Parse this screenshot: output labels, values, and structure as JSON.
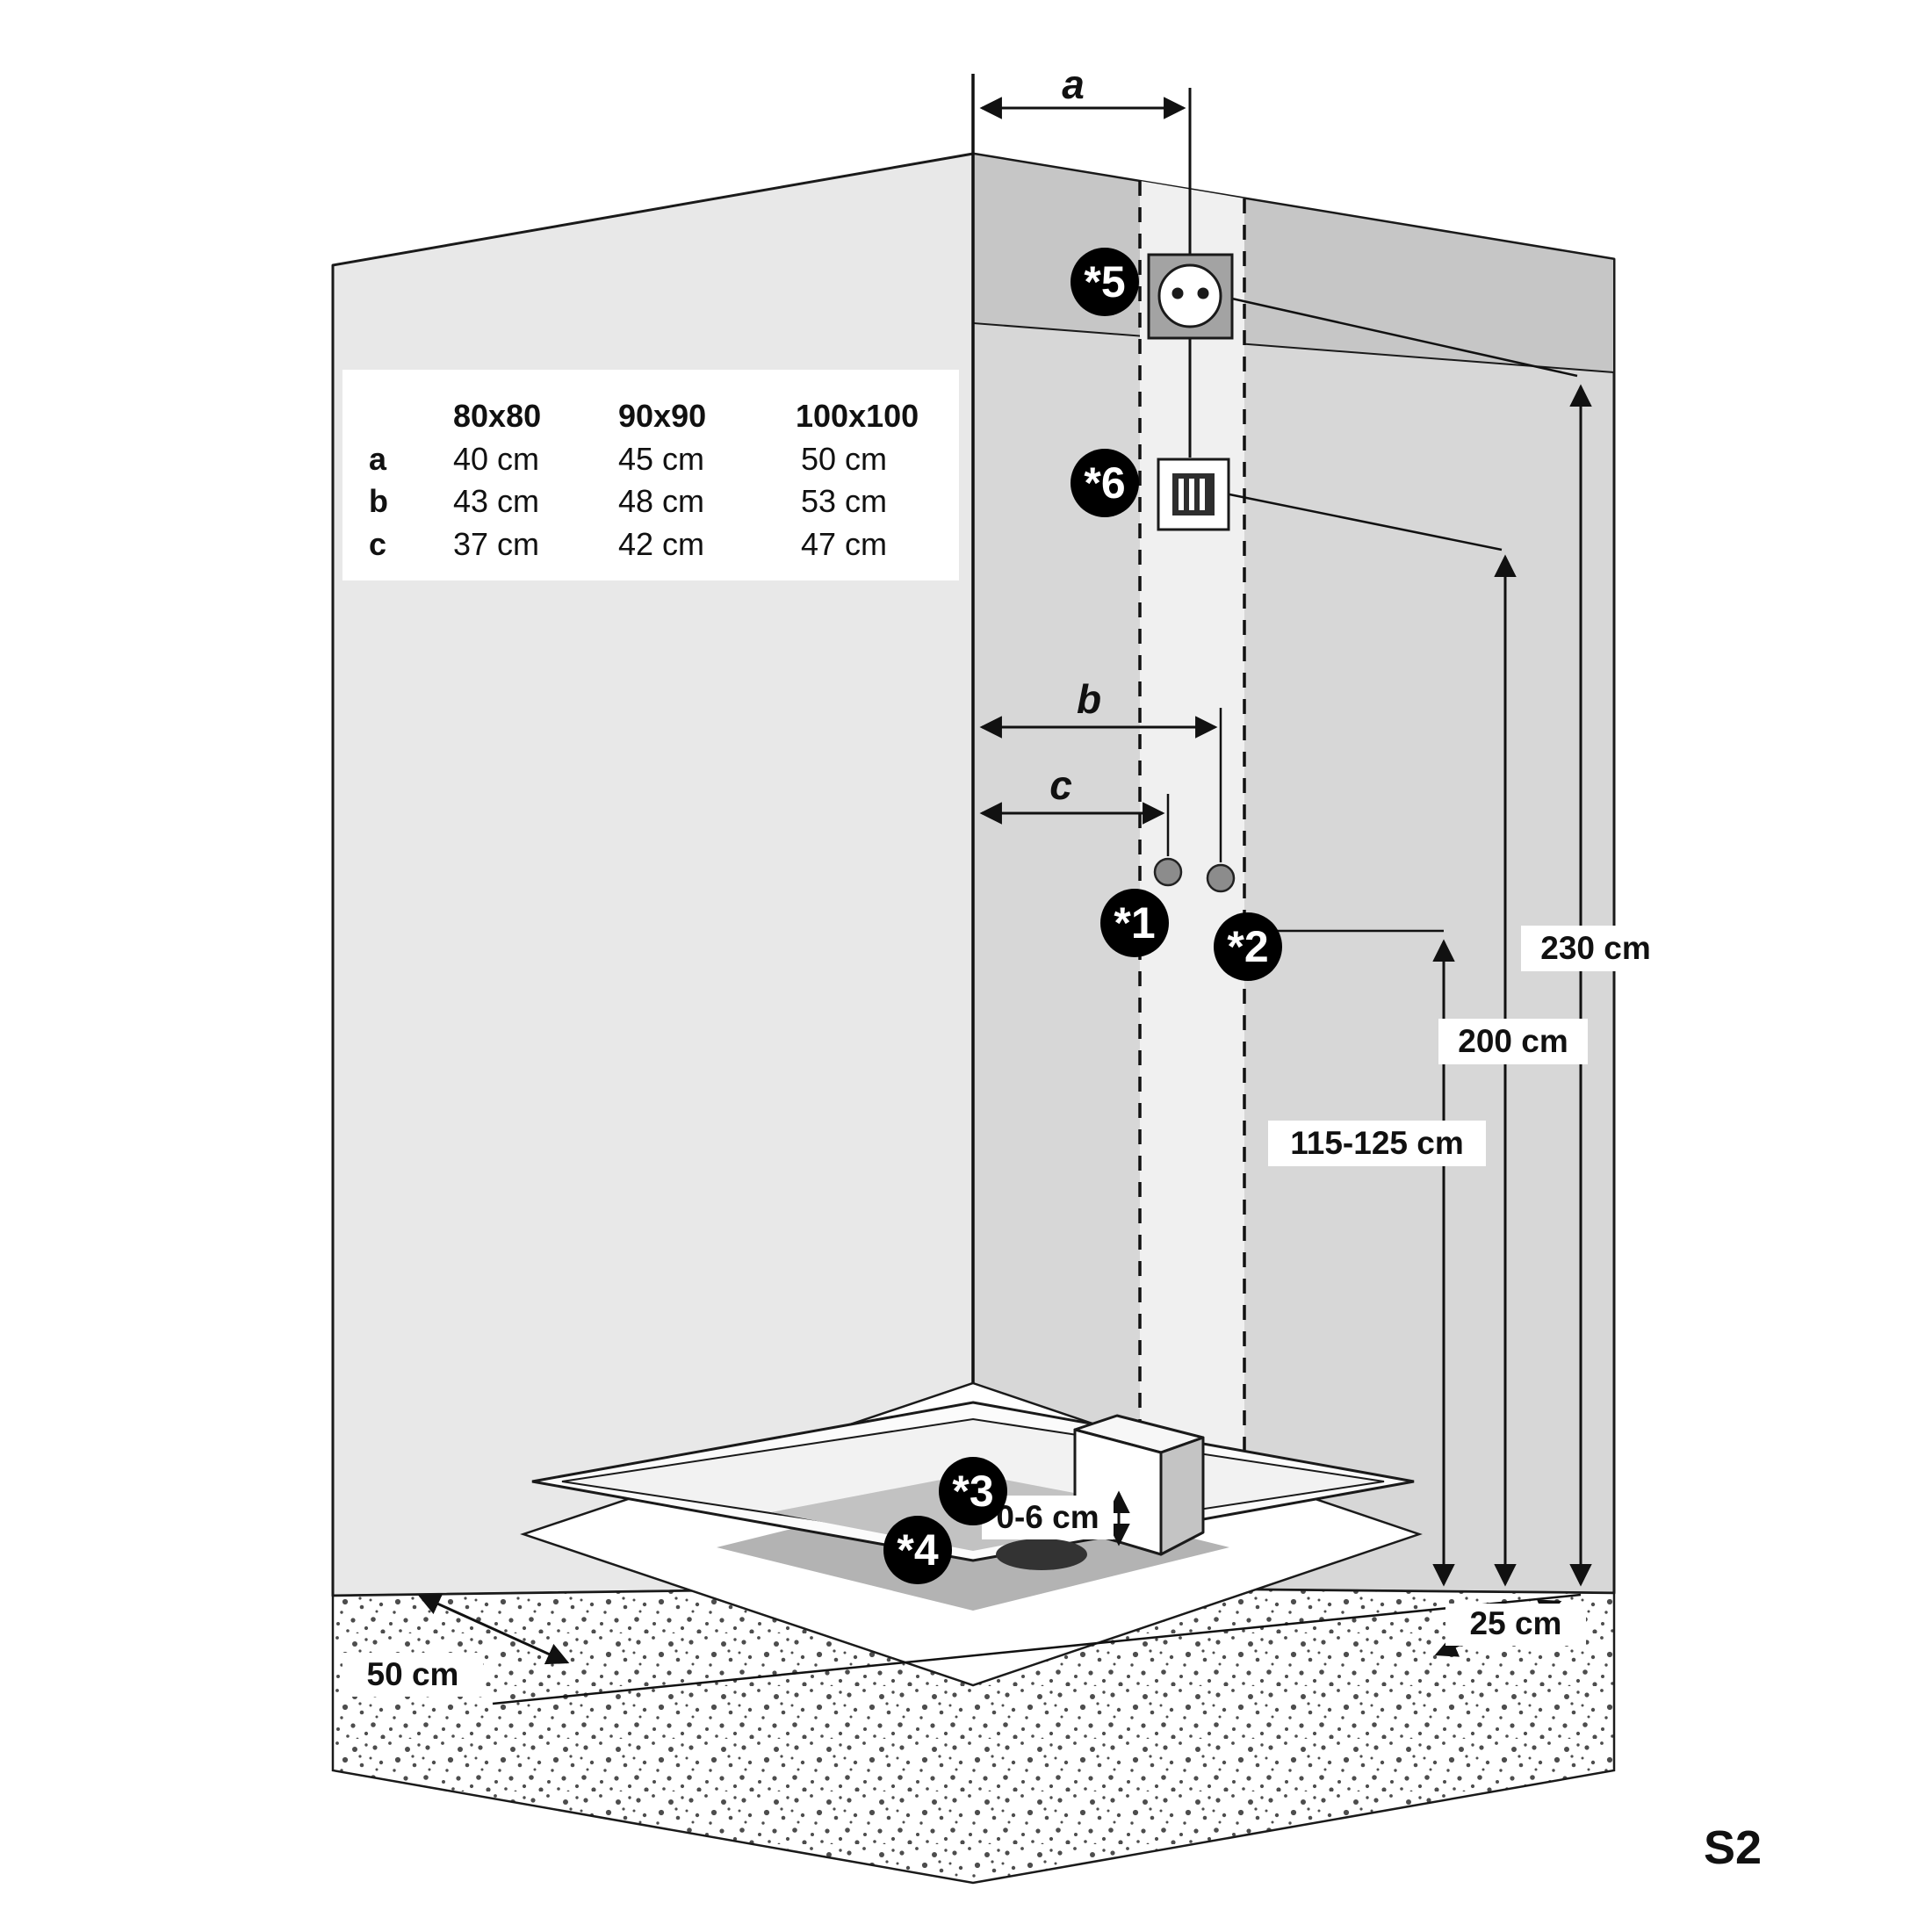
{
  "sheet": {
    "label": "S2"
  },
  "table": {
    "col_headers": [
      "80x80",
      "90x90",
      "100x100"
    ],
    "rows": [
      {
        "label": "a",
        "values": [
          "40 cm",
          "45 cm",
          "50 cm"
        ]
      },
      {
        "label": "b",
        "values": [
          "43 cm",
          "48 cm",
          "53 cm"
        ]
      },
      {
        "label": "c",
        "values": [
          "37 cm",
          "42 cm",
          "47 cm"
        ]
      }
    ]
  },
  "dims": {
    "letter_a": "a",
    "letter_b": "b",
    "letter_c": "c",
    "socket_height": "230 cm",
    "vent_height": "200 cm",
    "water_height": "115-125 cm",
    "tray_gap": "0-6 cm",
    "side_clearance": "50 cm",
    "front_clearance": "25 cm"
  },
  "callouts": {
    "one": "*1",
    "two": "*2",
    "three": "*3",
    "four": "*4",
    "five": "*5",
    "six": "*6"
  },
  "icons": {
    "socket": "power-socket",
    "vent": "vent-grille"
  },
  "colors": {
    "accent_red": "#e30613",
    "wall_left": "#e8e8e8",
    "wall_right": "#d7d7d7",
    "wall_band": "#c6c6c6",
    "strip": "#f0f0f0",
    "callout": "#000000"
  }
}
